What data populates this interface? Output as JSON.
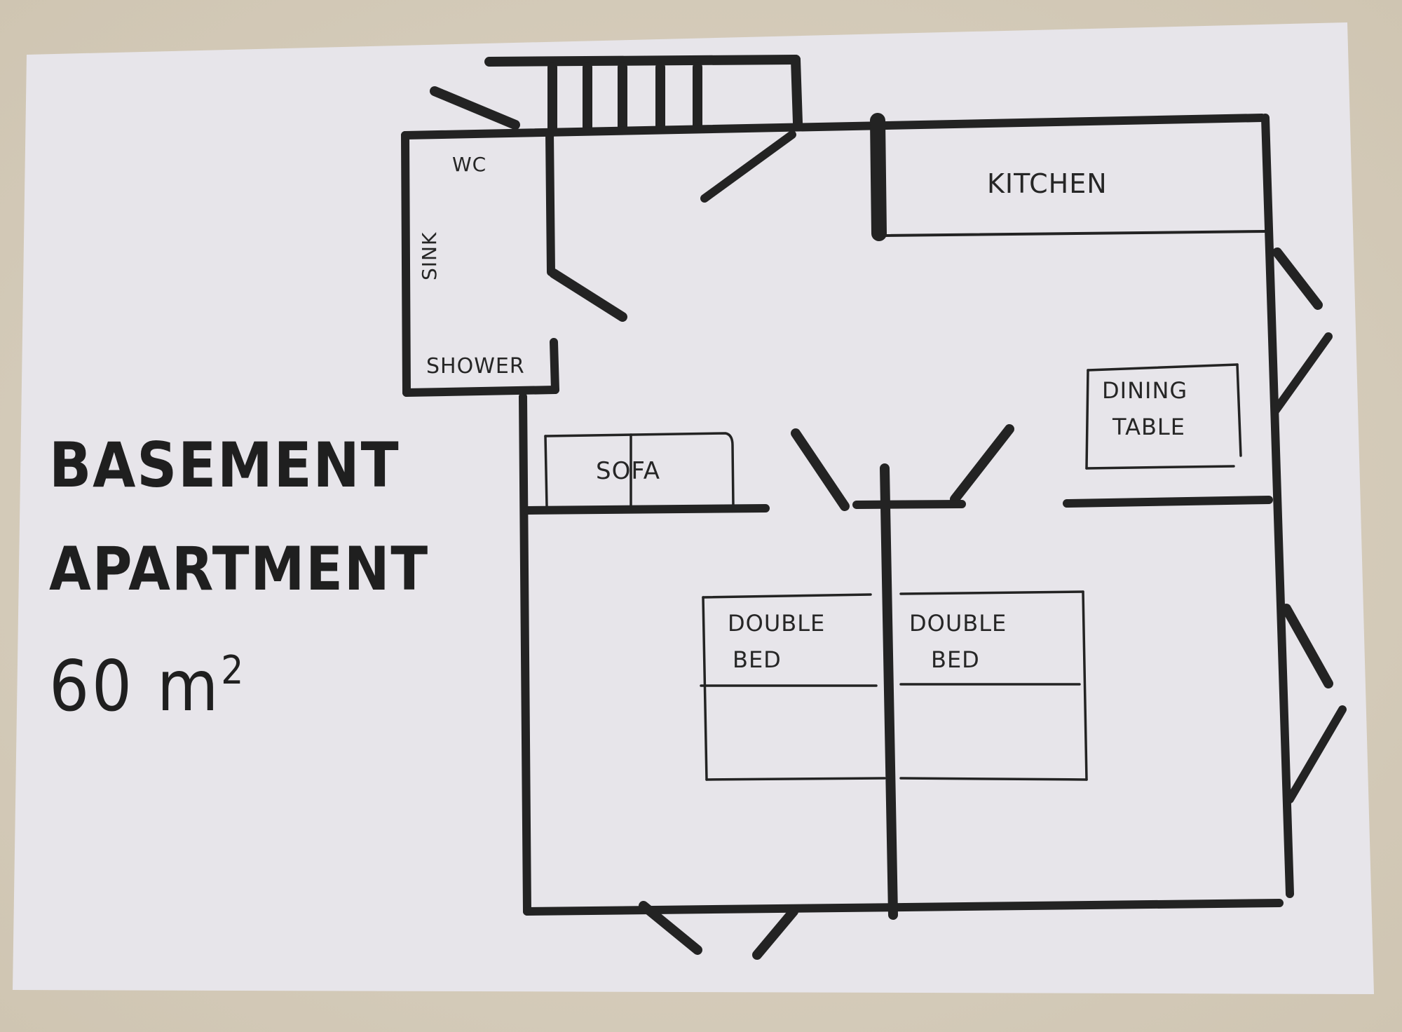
{
  "title": {
    "line1": "BASEMENT",
    "line2": "APARTMENT",
    "area_value": "60 m",
    "area_exponent": "2"
  },
  "rooms": {
    "wc": "WC",
    "sink": "SINK",
    "shower": "SHOWER",
    "kitchen": "KITCHEN",
    "dining_line1": "DINING",
    "dining_line2": "TABLE",
    "sofa": "SOFA",
    "bed_left_line1": "DOUBLE",
    "bed_left_line2": "BED",
    "bed_right_line1": "DOUBLE",
    "bed_right_line2": "BED"
  },
  "colors": {
    "ink": "#232323",
    "paper": "#e8e6eb",
    "background": "#d9d0bf"
  }
}
